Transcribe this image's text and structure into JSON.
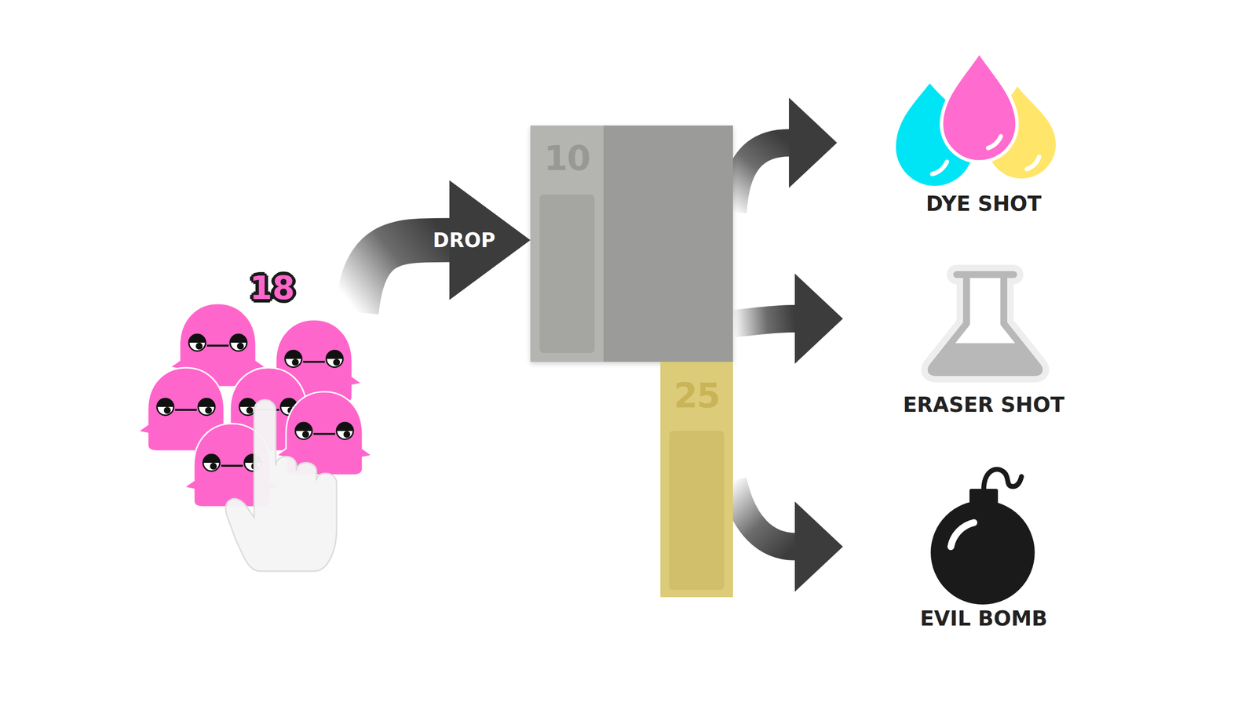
{
  "diagram": {
    "nodes": [
      {
        "text": [
          "18"
        ]
      },
      {
        "text": [
          "10"
        ]
      },
      {
        "text": [
          "25"
        ]
      },
      {
        "text": [
          "DYE SHOT"
        ]
      },
      {
        "text": [
          "ERASER SHOT"
        ]
      },
      {
        "text": [
          "EVIL BOMB"
        ]
      }
    ],
    "edges": [
      {
        "from": 0,
        "to": 1,
        "arrow": "to",
        "label": "DROP"
      },
      {
        "from": 1,
        "to": 3,
        "arrow": "to"
      },
      {
        "from": 1,
        "to": 4,
        "arrow": "to"
      },
      {
        "from": 2,
        "to": 5,
        "arrow": "to"
      }
    ]
  }
}
